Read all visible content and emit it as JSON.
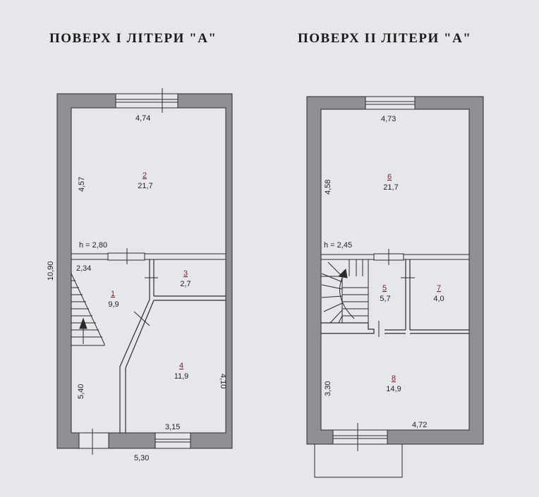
{
  "floors": [
    {
      "title": "ПОВЕРХ  І  ЛІТЕРИ \"А\"",
      "height_label": "h = 2,80",
      "dims": {
        "top_width": "4,74",
        "left_upper": "4,57",
        "total_height": "10,90",
        "inner_width": "2,34",
        "left_lower": "5,40",
        "right_lower": "4,10",
        "bottom_inner": "3,15",
        "bottom_total": "5,30"
      },
      "rooms": [
        {
          "number": "2",
          "area": "21,7"
        },
        {
          "number": "1",
          "area": "9,9"
        },
        {
          "number": "3",
          "area": "2,7"
        },
        {
          "number": "4",
          "area": "11,9"
        }
      ]
    },
    {
      "title": "ПОВЕРХ  ІІ  ЛІТЕРИ \"А\"",
      "height_label": "h = 2,45",
      "dims": {
        "top_width": "4,73",
        "left_upper": "4,58",
        "left_lower": "3,30",
        "bottom_width": "4,72"
      },
      "rooms": [
        {
          "number": "6",
          "area": "21,7"
        },
        {
          "number": "5",
          "area": "5,7"
        },
        {
          "number": "7",
          "area": "4,0"
        },
        {
          "number": "8",
          "area": "14,9"
        }
      ]
    }
  ],
  "colors": {
    "background": "#e6e7ea",
    "wall": "#8f9094",
    "line": "#2b2b2b",
    "room_number": "#7a1f2a"
  }
}
